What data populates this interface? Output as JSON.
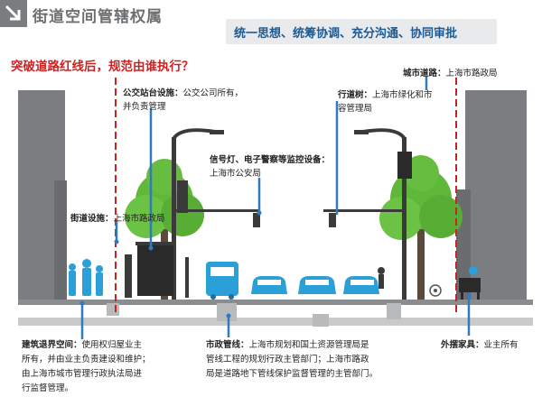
{
  "header": {
    "title": "街道空间管辖权属",
    "slogan": "统一思想、统筹协调、充分沟通、协同审批",
    "icon": "arrow-down-right-icon"
  },
  "question": "突破道路红线后，规范由谁执行？",
  "labels": {
    "bus_stop": {
      "title": "公交站台设施：",
      "line1": "公交公司所有，",
      "line2": "并负责管理"
    },
    "signals": {
      "title": "信号灯、电子警察等监控设备：",
      "line1": "上海市公安局"
    },
    "street_facility": {
      "title": "街道设施：",
      "line1": "上海市路政局"
    },
    "street_tree": {
      "title": "行道树：",
      "line1": "上海市绿化和市",
      "line2": "容管理局"
    },
    "city_road": {
      "title": "城市道路：",
      "line1": "上海市路政局"
    },
    "setback": {
      "title": "建筑退界空间：",
      "line1": "使用权归屋业主",
      "line2": "所有，并由业主负责建设和维护；",
      "line3": "由上海市城市管理行政执法局进",
      "line4": "行监督管理。"
    },
    "pipeline": {
      "title": "市政管线：",
      "line1": "上海市规划和国土资源管理局是",
      "line2": "管线工程的规划行政主管部门；上海市路政",
      "line3": "局是道路地下管线保护监督管理的主管部门。"
    },
    "external_furniture": {
      "title": "外摆家具：",
      "line1": "业主所有"
    }
  },
  "colors": {
    "accent_blue": "#2e7bbf",
    "red_line": "#cc2222",
    "tree_green": "#5fb83a",
    "vehicle_cyan": "#2a9fd8",
    "building_gray": "#7b7d80",
    "pole_dark": "#3a3a3a"
  }
}
